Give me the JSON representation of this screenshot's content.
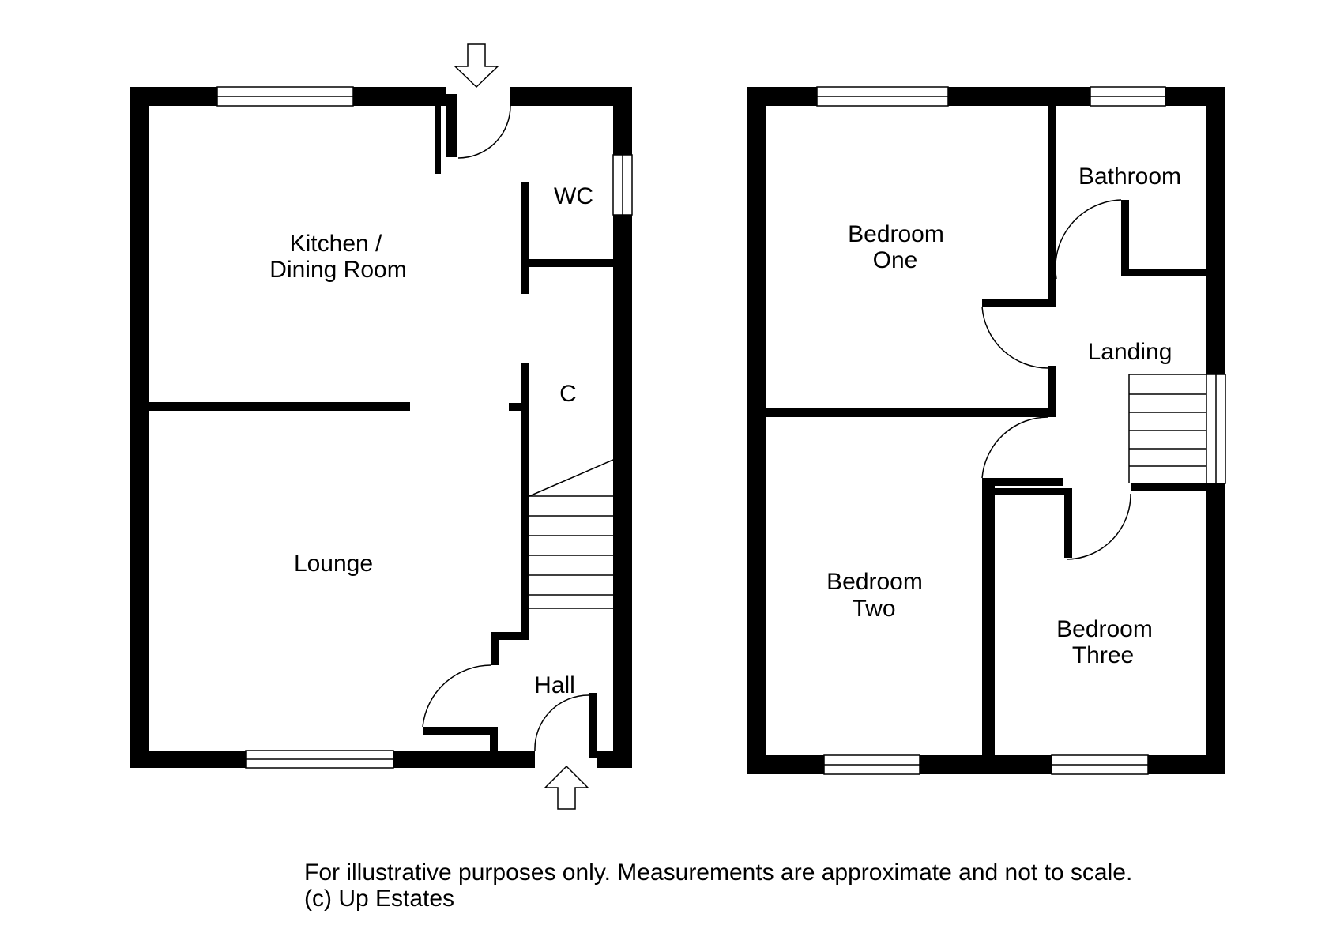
{
  "ground_floor": {
    "rooms": {
      "kitchen_line1": "Kitchen /",
      "kitchen_line2": "Dining Room",
      "wc": "WC",
      "cupboard": "C",
      "lounge": "Lounge",
      "hall": "Hall"
    }
  },
  "first_floor": {
    "rooms": {
      "bedroom_one_line1": "Bedroom",
      "bedroom_one_line2": "One",
      "bathroom": "Bathroom",
      "landing": "Landing",
      "bedroom_two_line1": "Bedroom",
      "bedroom_two_line2": "Two",
      "bedroom_three_line1": "Bedroom",
      "bedroom_three_line2": "Three"
    }
  },
  "footer": {
    "disclaimer": "For illustrative purposes only. Measurements are approximate and not to scale.",
    "copyright": "(c) Up Estates"
  },
  "colors": {
    "wall": "#000000",
    "background": "#ffffff"
  }
}
